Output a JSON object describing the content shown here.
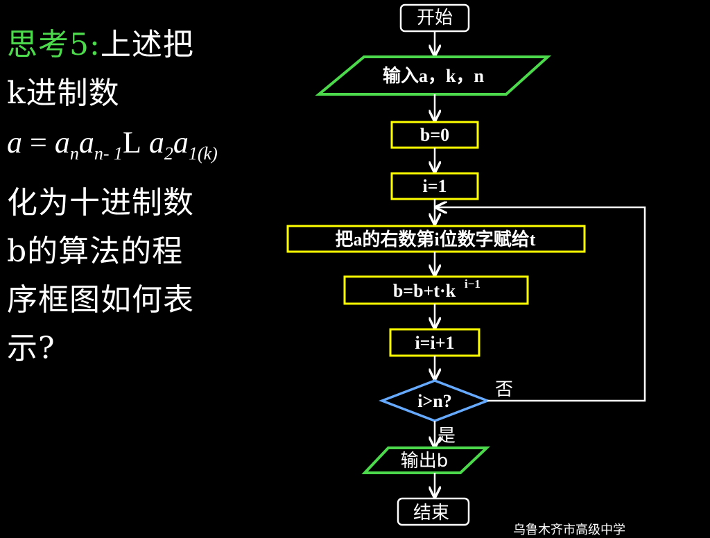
{
  "question": {
    "prefix": "思考5:",
    "line1_rest": "上述把",
    "line2": "k进制数",
    "formula": {
      "a": "a",
      "eq": "=",
      "an": "a",
      "n": "n",
      "an1": "a",
      "n1": "n- 1",
      "L": "L",
      "a2": "a",
      "two": "2",
      "a1": "a",
      "one_k": "1(k)"
    },
    "line4": "化为十进制数",
    "line5": "b的算法的程",
    "line6": "序框图如何表",
    "line7": "示?"
  },
  "flowchart": {
    "start": "开始",
    "input": "输入a，k，n",
    "init_b": "b=0",
    "init_i": "i=1",
    "assign_t": "把a的右数第i位数字赋给t",
    "update_b_base": "b=b+t·k",
    "update_b_exp": "i−1",
    "inc_i": "i=i+1",
    "condition": "i>n?",
    "no_label": "否",
    "yes_label": "是",
    "output": "输出b",
    "end": "结束"
  },
  "footer": "乌鲁木齐市高级中学",
  "colors": {
    "background": "#000000",
    "green": "#4cd94c",
    "yellow": "#ffff00",
    "blue": "#66aaff",
    "white": "#ffffff"
  }
}
